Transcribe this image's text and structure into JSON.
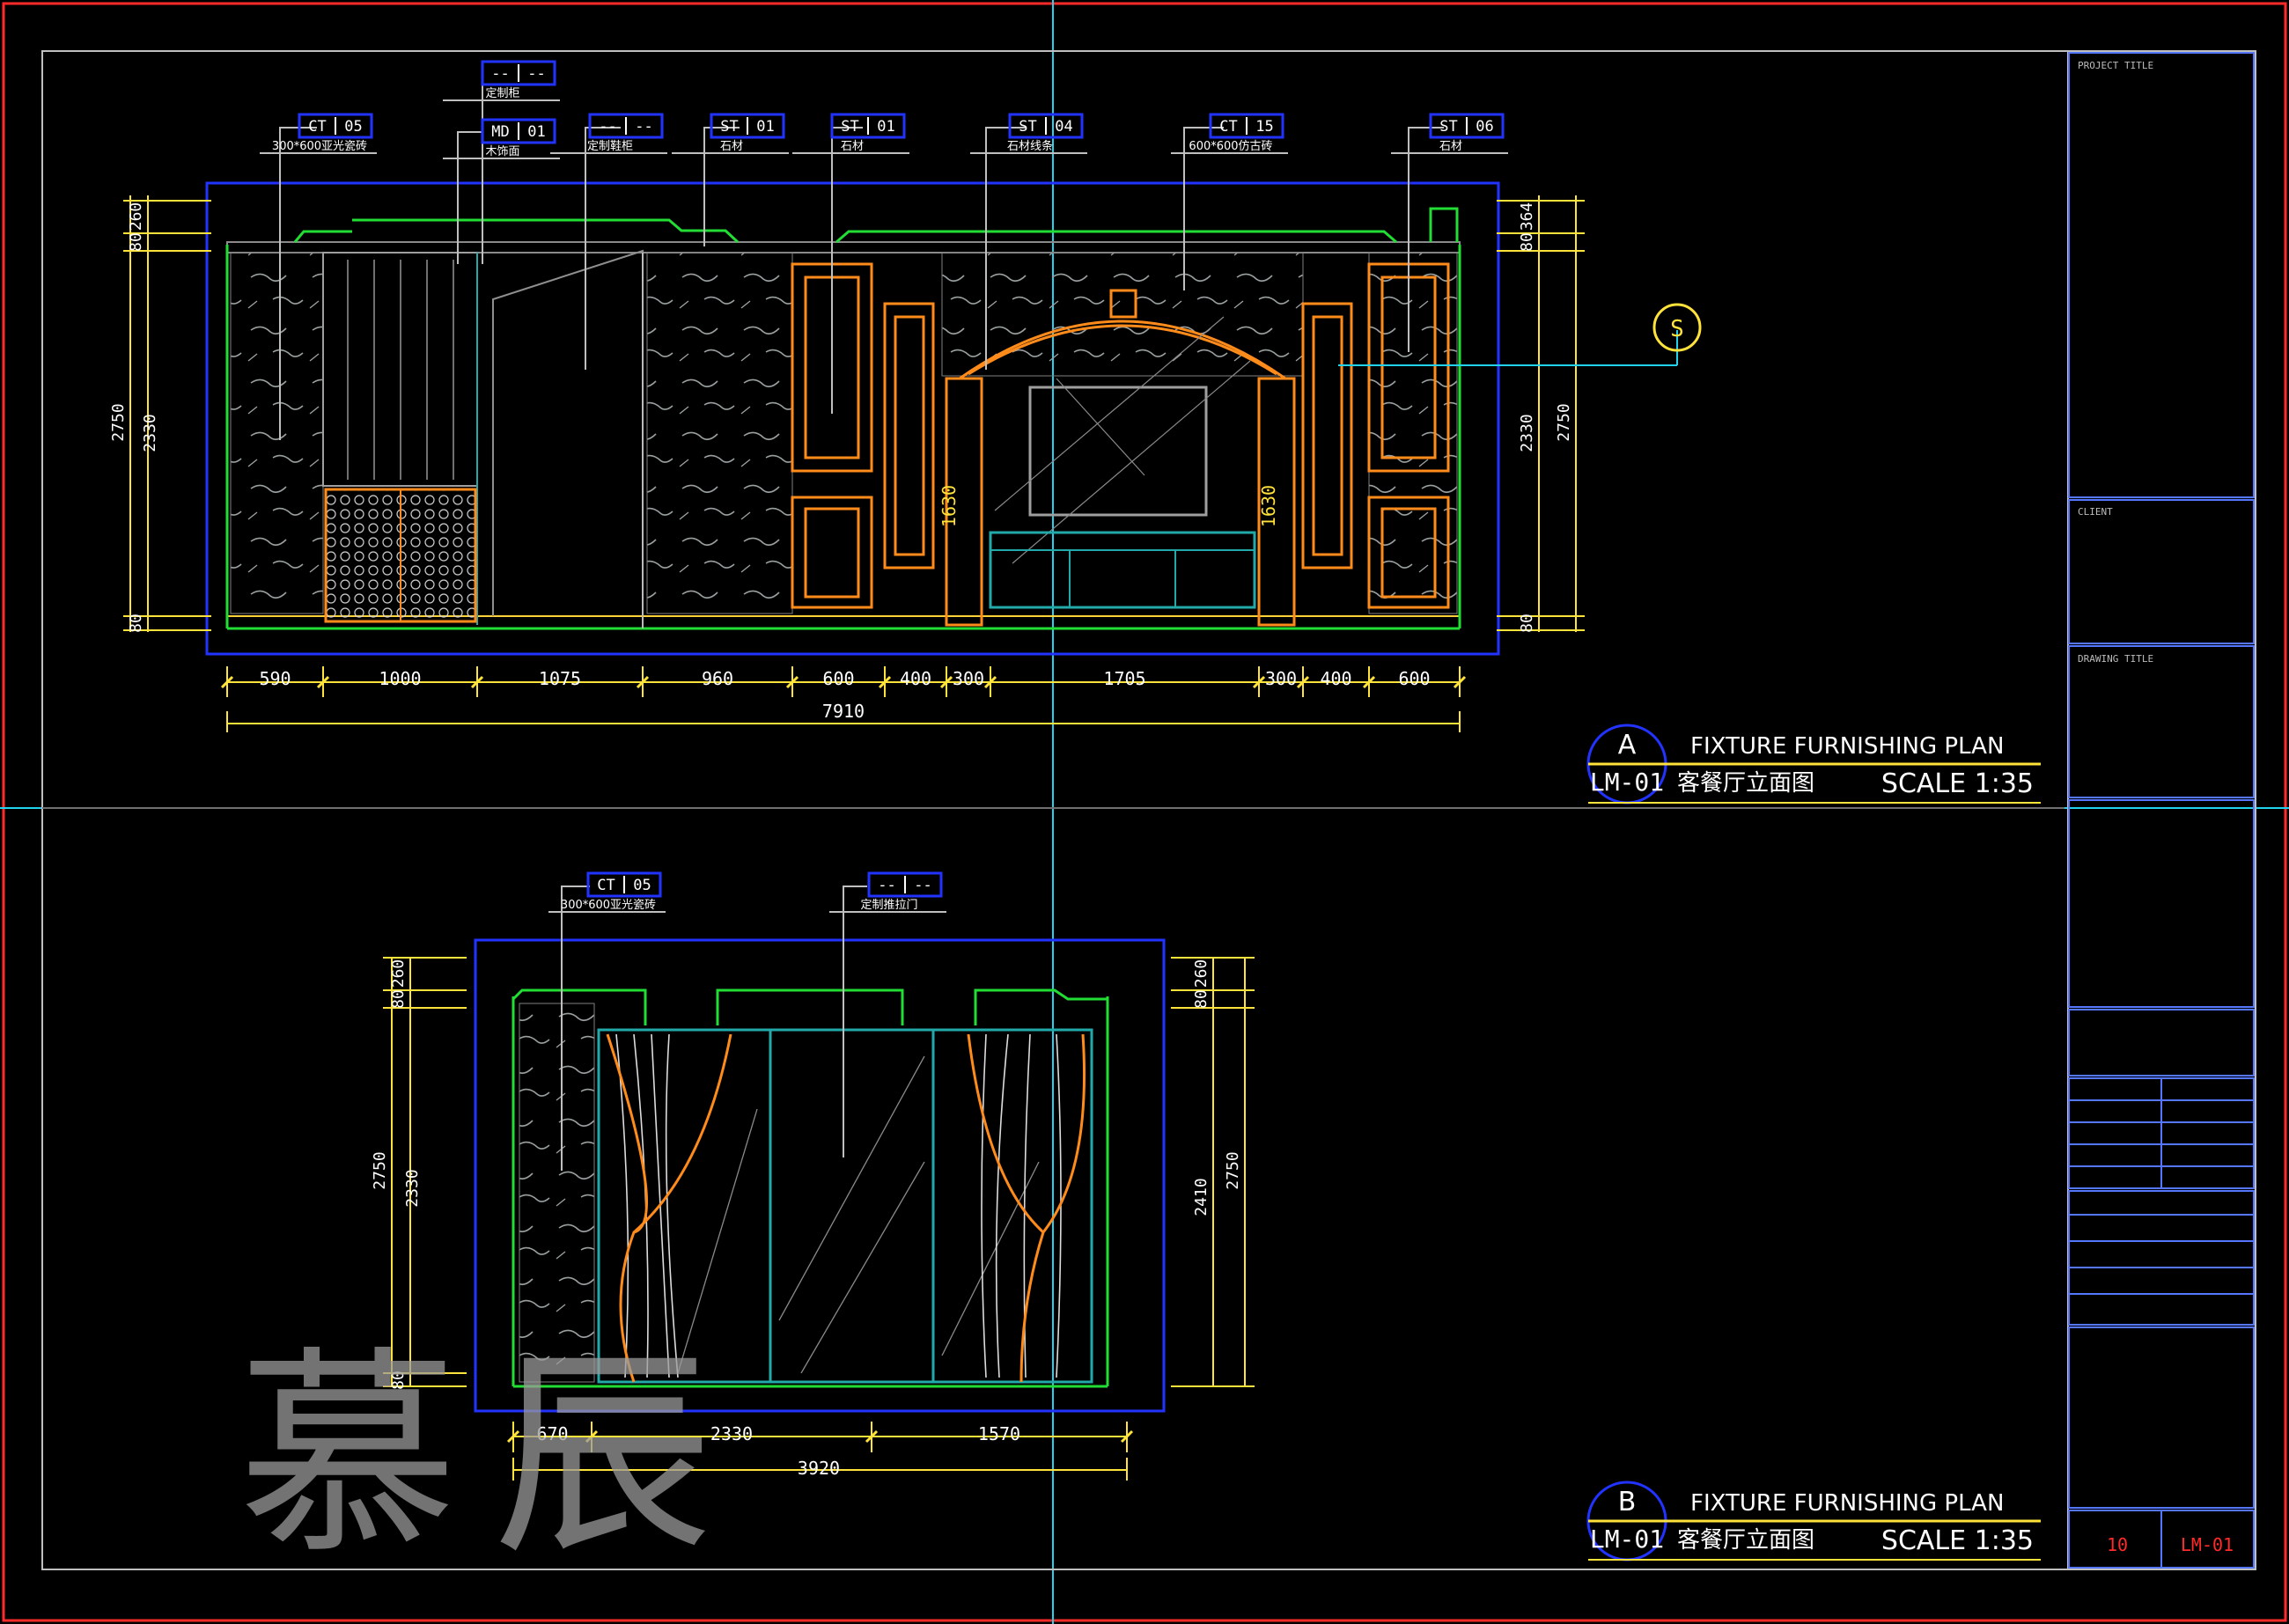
{
  "colors": {
    "background": "#000000",
    "frame_red": "#ff2a2a",
    "crosshair_cyan": "#22d3ee",
    "view_border_blue": "#2233ff",
    "wall_green": "#22dd33",
    "cabinet_orange": "#ff8c1a",
    "dim_yellow": "#ffe23a",
    "titleblock_blue": "#5577ff",
    "text_white": "#ffffff",
    "tag_magenta": "#ff33ff",
    "watermark_gray": "#9a9a9a"
  },
  "watermark": "慕辰",
  "elevation_a": {
    "tags": [
      {
        "code": "CT",
        "num": "05",
        "note": "300*600亚光瓷砖"
      },
      {
        "code": "--",
        "num": "--",
        "note": "定制柜"
      },
      {
        "code": "MD",
        "num": "01",
        "note": "木饰面"
      },
      {
        "code": "--",
        "num": "--",
        "note": "定制鞋柜"
      },
      {
        "code": "ST",
        "num": "01",
        "note": "石材"
      },
      {
        "code": "ST",
        "num": "01",
        "note": "石材"
      },
      {
        "code": "ST",
        "num": "04",
        "note": "石材线条"
      },
      {
        "code": "CT",
        "num": "15",
        "note": "600*600仿古砖"
      },
      {
        "code": "ST",
        "num": "06",
        "note": "石材"
      }
    ],
    "dims_bottom": [
      "590",
      "1000",
      "1075",
      "960",
      "600",
      "400",
      "300",
      "1705",
      "300",
      "400",
      "600"
    ],
    "dim_total": "7910",
    "dims_left_outer": [
      "260",
      "80",
      "2750",
      "80"
    ],
    "dims_left_inner": "2330",
    "dims_right_outer": [
      "364",
      "80",
      "2750",
      "80"
    ],
    "dims_right_inner": "2330",
    "callout_tall": "1630",
    "section_marker": "S",
    "title_letter": "A",
    "title_sheet": "LM-01",
    "title_en": "FIXTURE FURNISHING PLAN",
    "title_cn": "客餐厅立面图",
    "scale": "SCALE 1:35"
  },
  "elevation_b": {
    "tags": [
      {
        "code": "CT",
        "num": "05",
        "note": "300*600亚光瓷砖"
      },
      {
        "code": "--",
        "num": "--",
        "note": "定制推拉门"
      }
    ],
    "dims_bottom": [
      "670",
      "2330",
      "1570"
    ],
    "dim_total": "3920",
    "dims_left_outer": [
      "260",
      "80",
      "2750",
      "80"
    ],
    "dims_left_inner": "2330",
    "dims_right_outer": [
      "260",
      "80",
      "2410",
      "2750"
    ],
    "title_letter": "B",
    "title_sheet": "LM-01",
    "title_en": "FIXTURE FURNISHING PLAN",
    "title_cn": "客餐厅立面图",
    "scale": "SCALE 1:35"
  },
  "title_block": {
    "project_label": "PROJECT TITLE",
    "client_label": "CLIENT",
    "drawing_label": "DRAWING TITLE",
    "sheet_no": "10",
    "sheet_code": "LM-01"
  }
}
